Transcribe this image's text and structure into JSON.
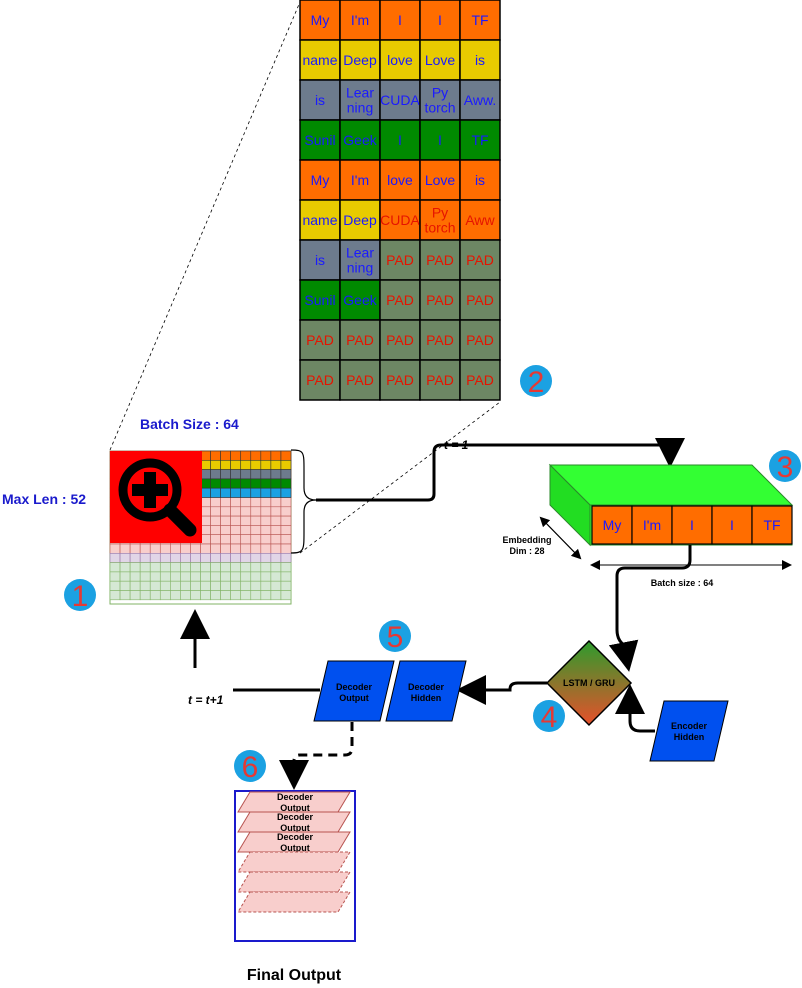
{
  "token_grid": {
    "rows": [
      {
        "color": "orange",
        "cells": [
          "My",
          "I'm",
          "I",
          "I",
          "TF"
        ]
      },
      {
        "color": "yellow",
        "cells": [
          "name",
          "Deep",
          "love",
          "Love",
          "is"
        ]
      },
      {
        "color": "slate",
        "cells": [
          "is",
          "Lear\nning",
          "CUDA",
          "Py\ntorch",
          "Aww."
        ]
      },
      {
        "color": "green",
        "cells": [
          "Sunil",
          "Geek",
          "I",
          "I",
          "TF"
        ]
      },
      {
        "color": "orange",
        "cells": [
          "My",
          "I'm",
          "love",
          "Love",
          "is"
        ]
      },
      {
        "color": "mixed",
        "cells": [
          "name",
          "Deep",
          "CUDA",
          "Py\ntorch",
          "Aww"
        ]
      },
      {
        "color": "slate",
        "cells": [
          "is",
          "Lear\nning",
          "PAD",
          "PAD",
          "PAD"
        ]
      },
      {
        "color": "green",
        "cells": [
          "Sunil",
          "Geek",
          "PAD",
          "PAD",
          "PAD"
        ]
      },
      {
        "color": "pad",
        "cells": [
          "PAD",
          "PAD",
          "PAD",
          "PAD",
          "PAD"
        ]
      },
      {
        "color": "pad",
        "cells": [
          "PAD",
          "PAD",
          "PAD",
          "PAD",
          "PAD"
        ]
      }
    ]
  },
  "labels": {
    "batch_size": "Batch Size : 64",
    "max_len": "Max Len : 52",
    "t1": "t = 1",
    "t_next": "t = t+1",
    "embedding_dim": "Embedding\nDim : 28",
    "batch_size_small": "Batch size : 64",
    "lstm": "LSTM / GRU",
    "decoder_output": "Decoder\nOutput",
    "decoder_hidden": "Decoder\nHidden",
    "encoder_hidden": "Encoder\nHidden",
    "final_output": "Final Output",
    "stack_item": "Decoder\nOutput"
  },
  "embedding_tokens": [
    "My",
    "I'm",
    "I",
    "I",
    "TF"
  ],
  "badges": [
    "1",
    "2",
    "3",
    "4",
    "5",
    "6"
  ],
  "icons": {
    "zoom": "zoom-in-icon"
  },
  "colors": {
    "orange": "#ff6d00",
    "yellow": "#e8cb00",
    "slate": "#6d7b8d",
    "green": "#008a00",
    "pad": "#6d8764",
    "blue_shape": "#0050ef",
    "badge": "#1ba1e2",
    "cube": "#33ff33",
    "pink": "#f8cecc",
    "text_blue": "#1a1aff",
    "text_red": "#e51400"
  }
}
